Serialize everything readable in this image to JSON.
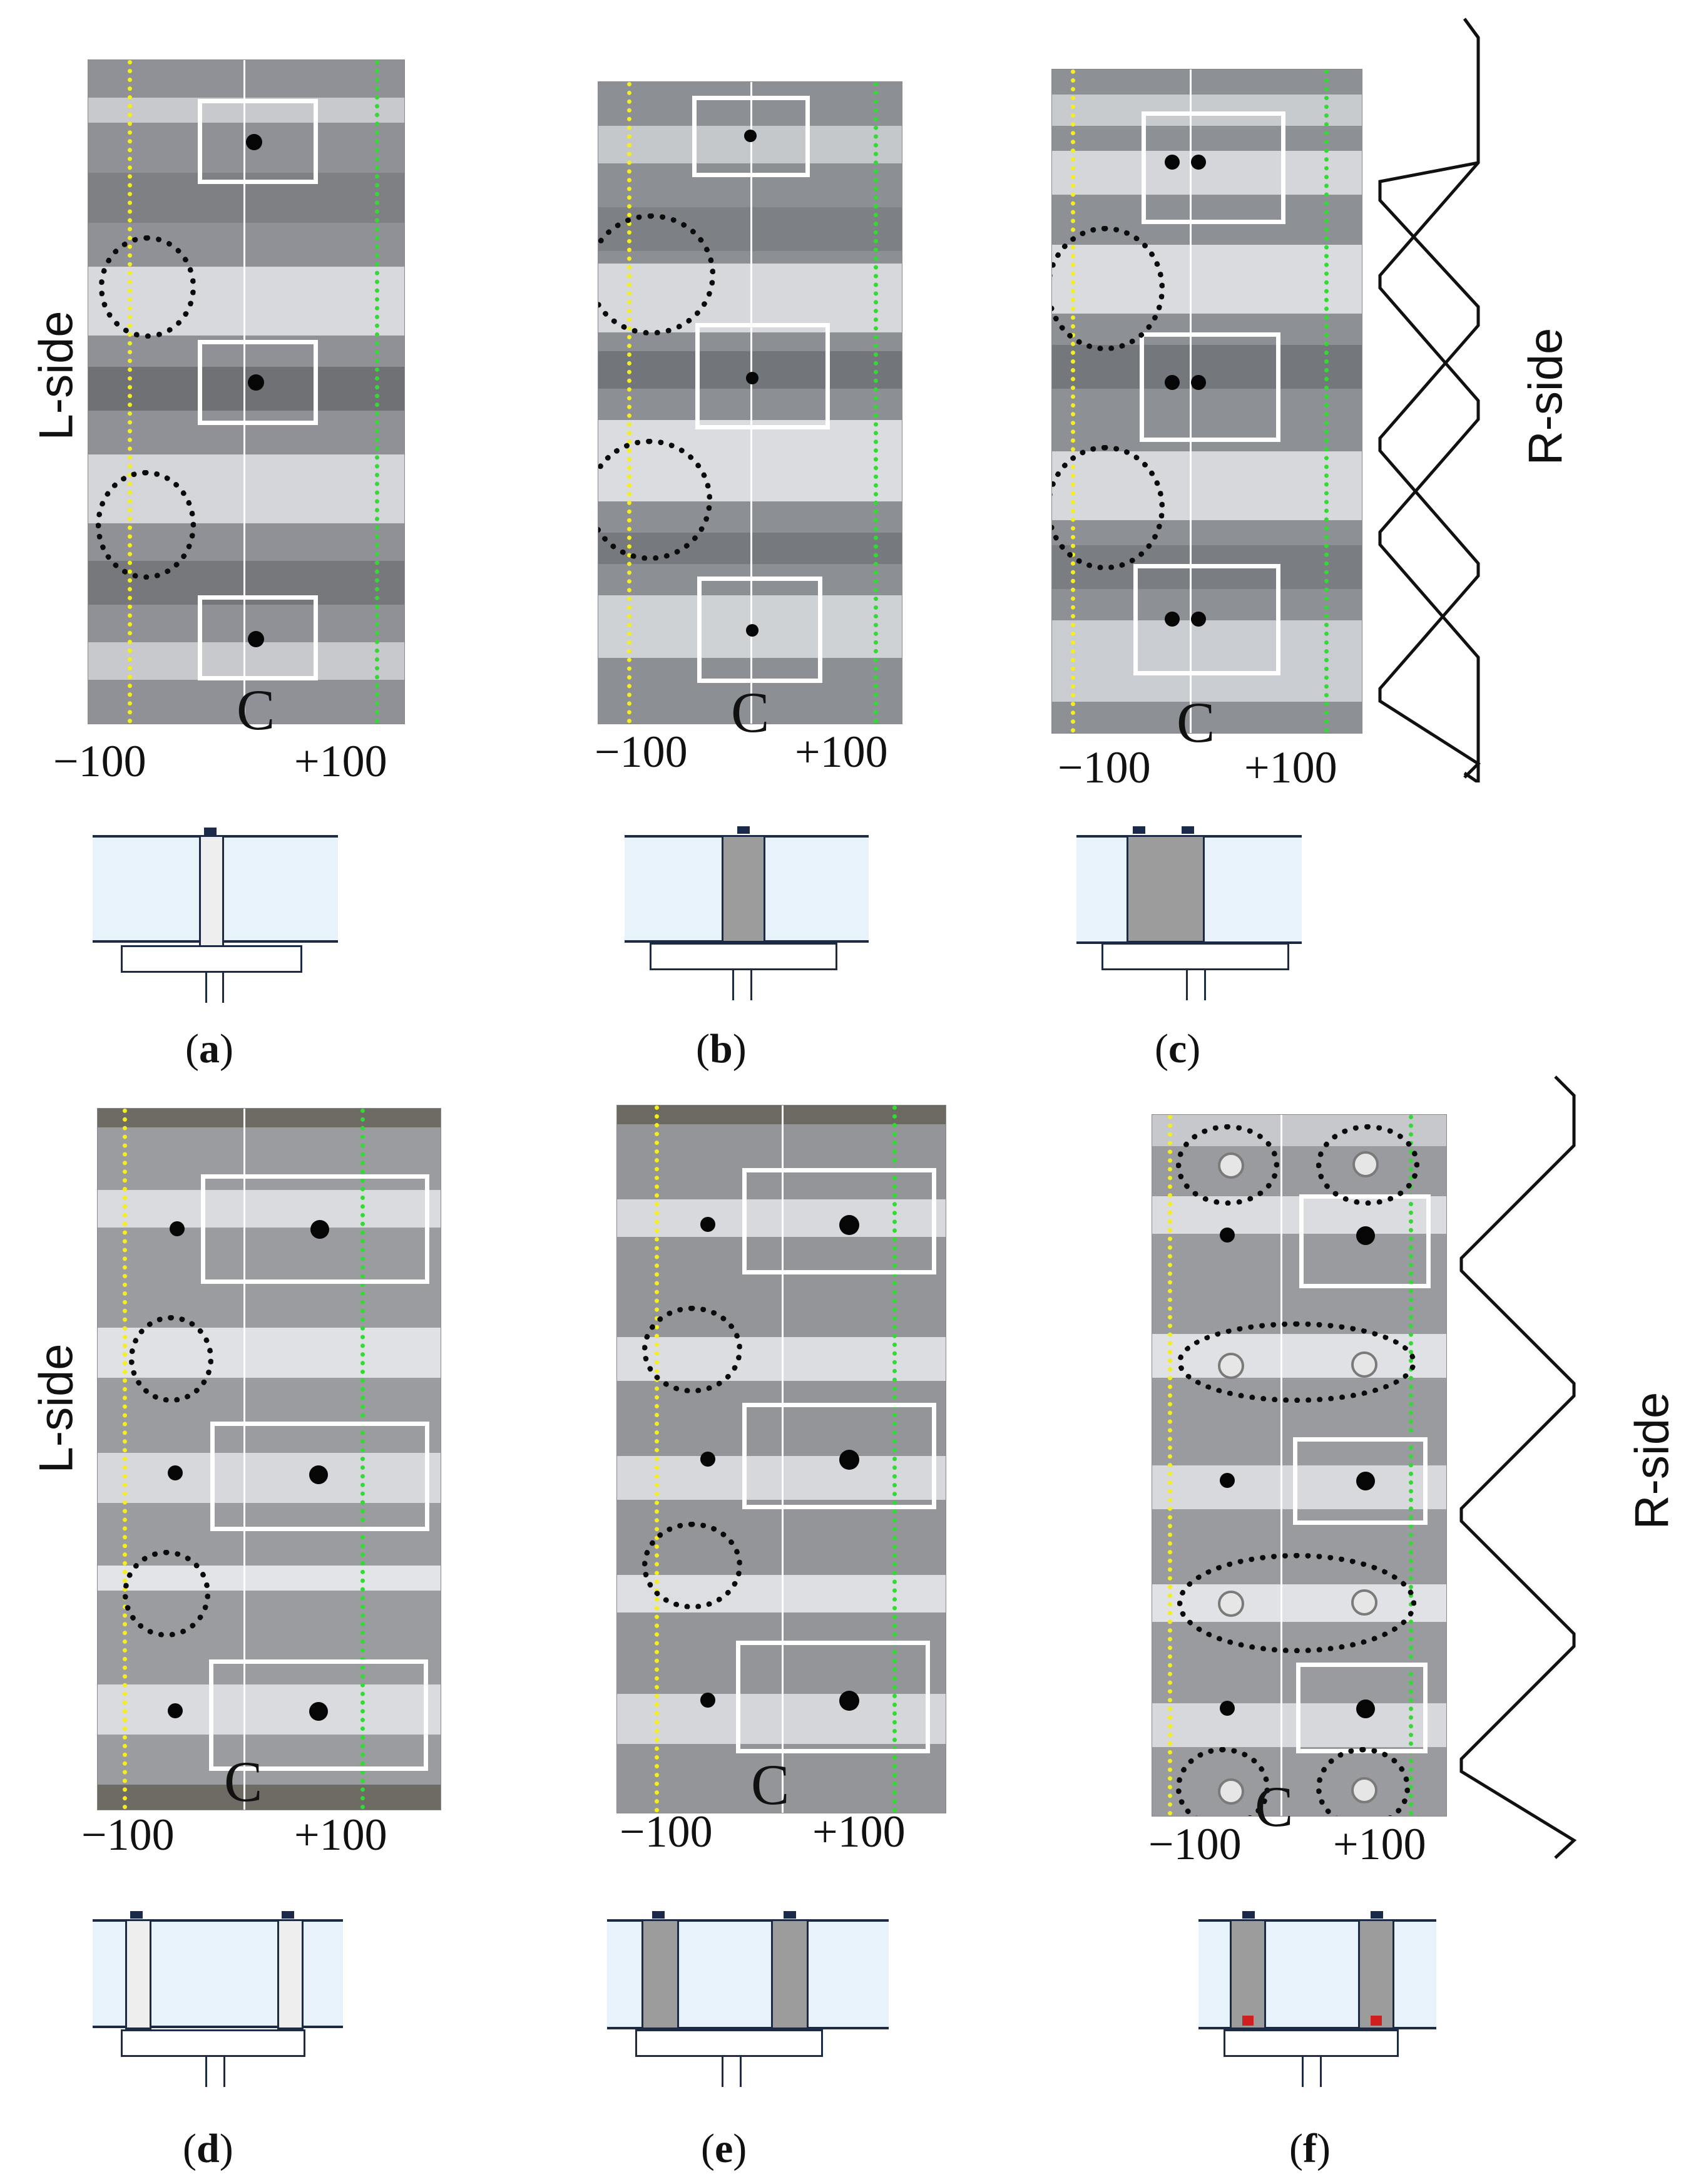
{
  "labels": {
    "l_side": "L-side",
    "r_side": "R-side",
    "center": "C",
    "minus": "−100",
    "plus": "+100"
  },
  "panels": [
    {
      "letter": "a"
    },
    {
      "letter": "b"
    },
    {
      "letter": "c"
    },
    {
      "letter": "d"
    },
    {
      "letter": "e"
    },
    {
      "letter": "f"
    }
  ],
  "colors": {
    "yellow_line": "#f2ee21",
    "green_line": "#35d935",
    "column_light": "#eeeeee",
    "column_dark": "#9c9c9c",
    "marker_red": "#d01f1f"
  }
}
